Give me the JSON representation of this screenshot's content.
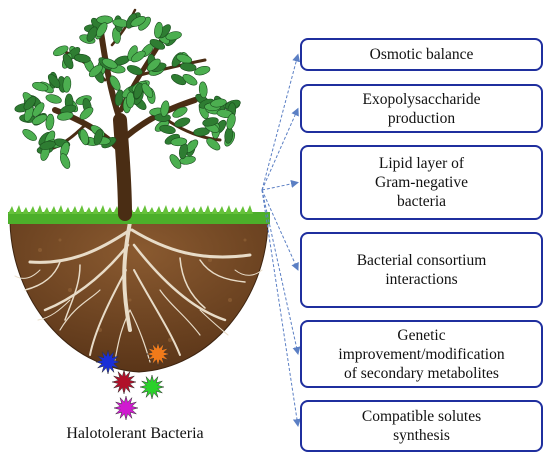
{
  "caption": "Halotolerant Bacteria",
  "boxes": [
    {
      "lines": [
        "Osmotic balance"
      ]
    },
    {
      "lines": [
        "Exopolysaccharide",
        "production"
      ]
    },
    {
      "lines": [
        "Lipid layer of",
        "Gram-negative",
        "bacteria"
      ]
    },
    {
      "lines": [
        "Bacterial consortium",
        "interactions"
      ]
    },
    {
      "lines": [
        "Genetic",
        "improvement/modification",
        "of secondary metabolites"
      ]
    },
    {
      "lines": [
        "Compatible solutes",
        "synthesis"
      ]
    }
  ],
  "colors": {
    "box_border": "#1f2f9e",
    "arrow": "#5b7fc4",
    "soil": "#6b4423",
    "grass": "#4caf2a",
    "foliage": "#2e7d32",
    "trunk": "#4a2d14"
  },
  "bacteria_colors": [
    "#1a2fd6",
    "#f07a1a",
    "#b0102a",
    "#2bd12b",
    "#d01ad0"
  ]
}
